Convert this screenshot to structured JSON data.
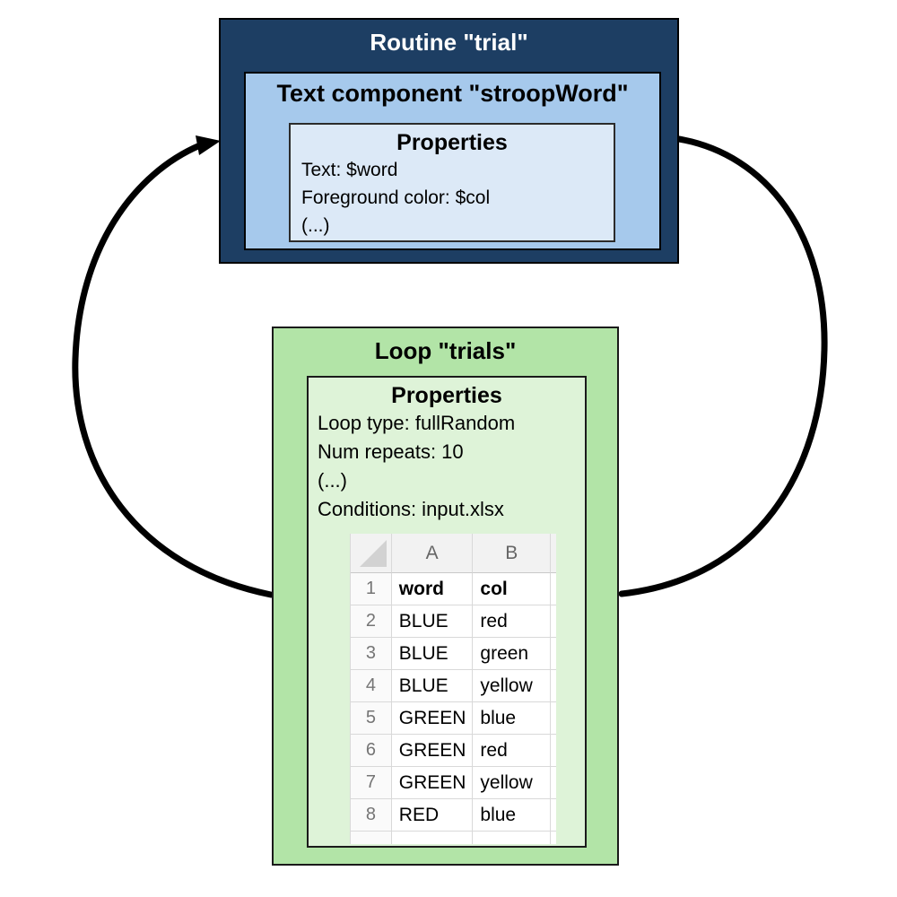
{
  "colors": {
    "routine_fill": "#1d3e63",
    "component_fill": "#a6c9ec",
    "component_props_fill": "#dce9f7",
    "loop_fill": "#b2e4a7",
    "loop_props_fill": "#def3d8",
    "arrow": "#000000",
    "sheet_grid": "#d9d9d9",
    "sheet_header_bg": "#f2f2f2",
    "sheet_header_text": "#666666",
    "sheet_row_number": "#757575"
  },
  "routine": {
    "title": "Routine \"trial\"",
    "component": {
      "title": "Text component \"stroopWord\"",
      "properties": {
        "title": "Properties",
        "lines": [
          "Text: $word",
          "Foreground color: $col",
          "(...)"
        ]
      }
    }
  },
  "loop": {
    "title": "Loop \"trials\"",
    "properties": {
      "title": "Properties",
      "lines": [
        "Loop type: fullRandom",
        "Num repeats: 10",
        "(...)",
        "Conditions: input.xlsx"
      ]
    },
    "spreadsheet": {
      "column_headers": [
        "A",
        "B"
      ],
      "rows": [
        {
          "n": "1",
          "word": "word",
          "col": "col"
        },
        {
          "n": "2",
          "word": "BLUE",
          "col": "red"
        },
        {
          "n": "3",
          "word": "BLUE",
          "col": "green"
        },
        {
          "n": "4",
          "word": "BLUE",
          "col": "yellow"
        },
        {
          "n": "5",
          "word": "GREEN",
          "col": "blue"
        },
        {
          "n": "6",
          "word": "GREEN",
          "col": "red"
        },
        {
          "n": "7",
          "word": "GREEN",
          "col": "yellow"
        },
        {
          "n": "8",
          "word": "RED",
          "col": "blue"
        }
      ]
    }
  }
}
